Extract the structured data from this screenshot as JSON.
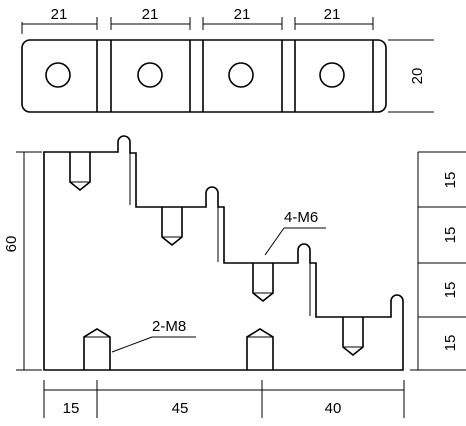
{
  "top_view": {
    "dim_labels": [
      "21",
      "21",
      "21",
      "21"
    ],
    "height_label": "20"
  },
  "front_view": {
    "height_label": "60",
    "right_dims": [
      "15",
      "15",
      "15",
      "15"
    ],
    "bottom_dims": [
      "15",
      "45",
      "40"
    ],
    "callouts": {
      "m6": "4-M6",
      "m8": "2-M8"
    }
  }
}
